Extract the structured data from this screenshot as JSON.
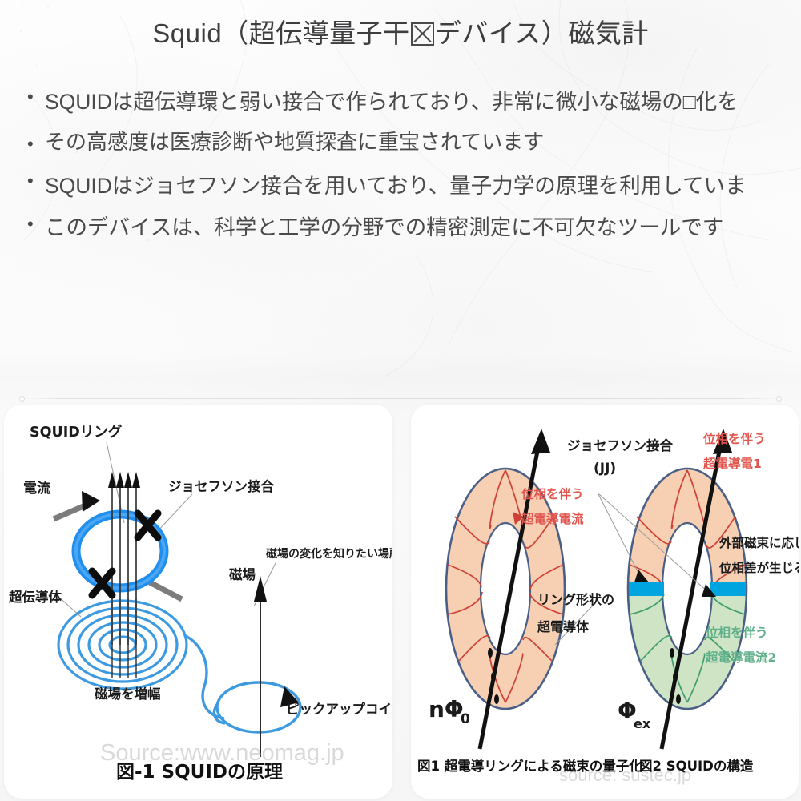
{
  "slide": {
    "title_parts": {
      "before": "Squid（超伝導量子干",
      "missing_glyph": "□",
      "after": "デバイス）磁気計"
    },
    "title_full": "Squid（超伝導量子干□デバイス）磁気計",
    "bullets": [
      "SQUIDは超伝導環と弱い接合で作られており、非常に微小な磁場の□化を",
      "その高感度は医療診断や地質探査に重宝されています",
      "SQUIDはジョセフソン接合を用いており、量子力学の原理を利用していま",
      "このデバイスは、科学と工学の分野での精密測定に不可欠なツールです"
    ],
    "bullet_marker": "•",
    "colors": {
      "title_text": "#3e3e40",
      "body_text": "#4a4a4c",
      "page_bg": "#fbfbfb",
      "card_bg": "#ffffff",
      "squid_ring_blue": "#1f8fef",
      "coil_blue": "#3d9ae0",
      "torus_peach": "#f7d0b4",
      "torus_green": "#cfe4c4",
      "torus_outline": "#4a5f86",
      "jj_bar_cyan": "#00a5e0",
      "current_red": "#cf4136",
      "current_green": "#3f9e6e",
      "label_red": "#e0564f",
      "label_green": "#5fb08a",
      "watermark_gray": "#d9d9d9"
    }
  },
  "figure_left": {
    "caption": "図-1 SQUIDの原理",
    "watermark": "Source:www.neomag.jp",
    "labels": {
      "squid_ring": "SQUIDリング",
      "current": "電流",
      "josephson_junction": "ジョセフソン接合",
      "superconductor": "超伝導体",
      "magnetic_field": "磁場",
      "field_change_location": "磁場の変化を知りたい場所",
      "amplify_field": "磁場を増幅",
      "pickup_coil": "ピックアップコイル"
    }
  },
  "figure_right": {
    "caption_left": "図1 超電導リングによる磁束の量子化",
    "caption_right": "図2 SQUIDの構造",
    "watermark": "source: sustec.jp",
    "labels": {
      "josephson_junction": "ジョセフソン接合",
      "jj_abbrev": "(JJ)",
      "phase_current_1_line1": "位相を伴う",
      "phase_current_1_line2": "超電導電流",
      "phase_current_right_line1": "位相を伴う",
      "phase_current_right_line2": "超電導電1",
      "phase_current_2_line1": "位相を伴う",
      "phase_current_2_line2": "超電導電流2",
      "ring_shape_line1": "リング形状の",
      "ring_shape_line2": "超電導体",
      "external_flux_line1": "外部磁束に応じて",
      "external_flux_line2": "位相差が生じる",
      "flux_quantum": "nΦ",
      "flux_quantum_sub": "0",
      "flux_external": "Φ",
      "flux_external_sub": "ex"
    }
  }
}
